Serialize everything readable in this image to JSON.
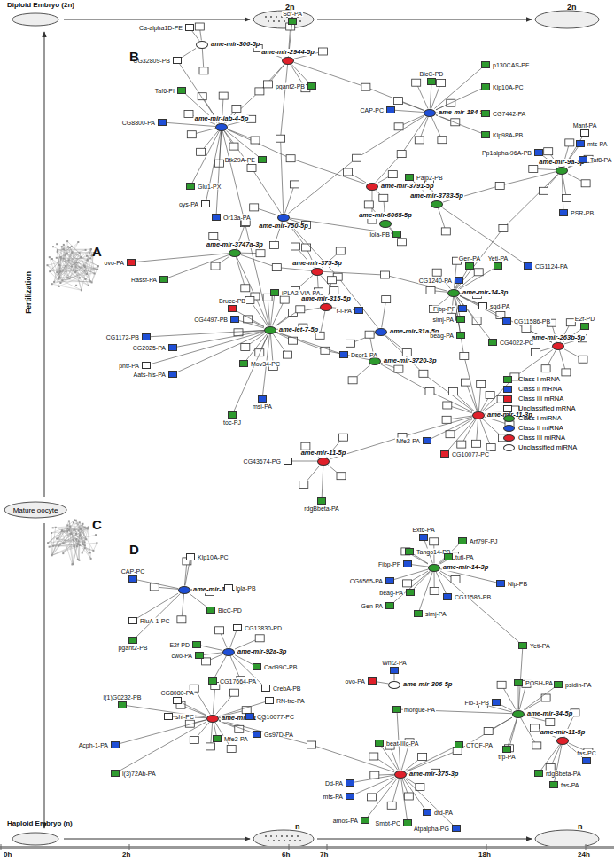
{
  "diagram": {
    "nodes": [
      {
        "text": [
          "Mature oocyte"
        ]
      },
      {
        "text": [
          "ame-mir-306-5p"
        ]
      },
      {
        "text": [
          "ame-mir-2944-5p"
        ]
      },
      {
        "text": [
          "ame-mir-184-5p"
        ]
      },
      {
        "text": [
          "ame-mir-iab-4-5p"
        ]
      },
      {
        "text": [
          "ame-mir-3791-5p"
        ]
      },
      {
        "text": [
          "ame-mir-3783-5p"
        ]
      },
      {
        "text": [
          "ame-mir-9a-3p"
        ]
      },
      {
        "text": [
          "ame-mir-750-5p"
        ]
      },
      {
        "text": [
          "ame-mir-6065-5p"
        ]
      },
      {
        "text": [
          "ame-mir-3747a-3p"
        ]
      },
      {
        "text": [
          "ame-mir-375-3p"
        ]
      },
      {
        "text": [
          "ame-mir-315-5p"
        ]
      },
      {
        "text": [
          "ame-mir-14-3p"
        ]
      },
      {
        "text": [
          "ame-mir-31a-5p"
        ]
      },
      {
        "text": [
          "ame-mir-263b-5p"
        ]
      },
      {
        "text": [
          "ame-let-7-5p"
        ]
      },
      {
        "text": [
          "ame-mir-3720-3p"
        ]
      },
      {
        "text": [
          "ame-mir-11-3p"
        ]
      },
      {
        "text": [
          "ame-mir-11-5p"
        ]
      },
      {
        "text": [
          "Ca-alpha1D-PE"
        ]
      },
      {
        "text": [
          "Scr-PA"
        ]
      },
      {
        "text": [
          "CG32809-PB"
        ]
      },
      {
        "text": [
          "BicC-PD"
        ]
      },
      {
        "text": [
          "p130CAS-PF"
        ]
      },
      {
        "text": [
          "Klp10A-PC"
        ]
      },
      {
        "text": [
          "pgant2-PB"
        ]
      },
      {
        "text": [
          "CAP-PC"
        ]
      },
      {
        "text": [
          "CG7442-PA"
        ]
      },
      {
        "text": [
          "Klp98A-PB"
        ]
      },
      {
        "text": [
          "Taf6-PI"
        ]
      },
      {
        "text": [
          "CG8800-PA"
        ]
      },
      {
        "text": [
          "Btk29A-PE"
        ]
      },
      {
        "text": [
          "Glu1-PX"
        ]
      },
      {
        "text": [
          "oys-PA"
        ]
      },
      {
        "text": [
          "Or13a-PA"
        ]
      },
      {
        "text": [
          "Paip2-PB"
        ]
      },
      {
        "text": [
          "Manf-PA"
        ]
      },
      {
        "text": [
          "Pp1alpha-96A-PB"
        ]
      },
      {
        "text": [
          "mts-PA"
        ]
      },
      {
        "text": [
          "Taf8-PA"
        ]
      },
      {
        "text": [
          "PSR-PB"
        ]
      },
      {
        "text": [
          "lola-PB"
        ]
      },
      {
        "text": [
          "ovo-PA"
        ]
      },
      {
        "text": [
          "Rassf-PA"
        ]
      },
      {
        "text": [
          "iPLA2-VIA-PA"
        ]
      },
      {
        "text": [
          "Bruce-PB"
        ]
      },
      {
        "text": [
          "CG4497-PB"
        ]
      },
      {
        "text": [
          "r-l-PA"
        ]
      },
      {
        "text": [
          "Gen-PA"
        ]
      },
      {
        "text": [
          "Yeti-PA"
        ]
      },
      {
        "text": [
          "CG1124-PA"
        ]
      },
      {
        "text": [
          "CG1240-PA"
        ]
      },
      {
        "text": [
          "Fibp-PF"
        ]
      },
      {
        "text": [
          "sqd-PA"
        ]
      },
      {
        "text": [
          "simj-PA"
        ]
      },
      {
        "text": [
          "CG11586-PB"
        ]
      },
      {
        "text": [
          "beag-PA"
        ]
      },
      {
        "text": [
          "CG4022-PC"
        ]
      },
      {
        "text": [
          "E2f-PD"
        ]
      },
      {
        "text": [
          "CG1172-PB"
        ]
      },
      {
        "text": [
          "CG2025-PA"
        ]
      },
      {
        "text": [
          "Dsor1-PA"
        ]
      },
      {
        "text": [
          "phtf-PA"
        ]
      },
      {
        "text": [
          "Aats-his-PA"
        ]
      },
      {
        "text": [
          "Mov34-PC"
        ]
      },
      {
        "text": [
          "toc-PJ"
        ]
      },
      {
        "text": [
          "msi-PA"
        ]
      },
      {
        "text": [
          "Mfe2-PA"
        ]
      },
      {
        "text": [
          "CG10077-PC"
        ]
      },
      {
        "text": [
          "CG43674-PG"
        ]
      },
      {
        "text": [
          "rdgBbeta-PA"
        ]
      },
      {
        "text": [
          "ame-mir-184-5p"
        ]
      },
      {
        "text": [
          "Klp10A-PC"
        ]
      },
      {
        "text": [
          "CAP-PC"
        ]
      },
      {
        "text": [
          "lola-PB"
        ]
      },
      {
        "text": [
          "BicC-PD"
        ]
      },
      {
        "text": [
          "RluA-1-PC"
        ]
      },
      {
        "text": [
          "pgant2-PB"
        ]
      },
      {
        "text": [
          "ame-mir-92a-3p"
        ]
      },
      {
        "text": [
          "CG13830-PD"
        ]
      },
      {
        "text": [
          "E2f-PD"
        ]
      },
      {
        "text": [
          "cwo-PA"
        ]
      },
      {
        "text": [
          "Cad99C-PB"
        ]
      },
      {
        "text": [
          "CG17664-PA"
        ]
      },
      {
        "text": [
          "CrebA-PB"
        ]
      },
      {
        "text": [
          "ame-mir-11-3p"
        ]
      },
      {
        "text": [
          "CG8080-PA"
        ]
      },
      {
        "text": [
          "l(1)G0232-PB"
        ]
      },
      {
        "text": [
          "shi-PC"
        ]
      },
      {
        "text": [
          "RN-tre-PA"
        ]
      },
      {
        "text": [
          "CG10077-PC"
        ]
      },
      {
        "text": [
          "Mfe2-PA"
        ]
      },
      {
        "text": [
          "Acph-1-PA"
        ]
      },
      {
        "text": [
          "Gs97D-PA"
        ]
      },
      {
        "text": [
          "l(3)72Ab-PA"
        ]
      },
      {
        "text": [
          "ame-mir-14-3p"
        ]
      },
      {
        "text": [
          "Ext6-PA"
        ]
      },
      {
        "text": [
          "Tango14-PB"
        ]
      },
      {
        "text": [
          "Fibp-PF"
        ]
      },
      {
        "text": [
          "tutl-PA"
        ]
      },
      {
        "text": [
          "Arf79F-PJ"
        ]
      },
      {
        "text": [
          "CG6565-PA"
        ]
      },
      {
        "text": [
          "beag-PA"
        ]
      },
      {
        "text": [
          "Gen-PA"
        ]
      },
      {
        "text": [
          "simj-PA"
        ]
      },
      {
        "text": [
          "CG11586-PB"
        ]
      },
      {
        "text": [
          "Nlp-PB"
        ]
      },
      {
        "text": [
          "Yeti-PA"
        ]
      },
      {
        "text": [
          "Wnt2-PA"
        ]
      },
      {
        "text": [
          "ovo-PA"
        ]
      },
      {
        "text": [
          "ame-mir-306-5p"
        ]
      },
      {
        "text": [
          "ame-mir-34-5p"
        ]
      },
      {
        "text": [
          "Flo-1-PB"
        ]
      },
      {
        "text": [
          "POSH-PA"
        ]
      },
      {
        "text": [
          "psidin-PA"
        ]
      },
      {
        "text": [
          "trp-PA"
        ]
      },
      {
        "text": [
          "ame-mir-11-5p"
        ]
      },
      {
        "text": [
          "fas-PC"
        ]
      },
      {
        "text": [
          "rdgBbeta-PA"
        ]
      },
      {
        "text": [
          "fas-PA"
        ]
      },
      {
        "text": [
          "ame-mir-375-3p"
        ]
      },
      {
        "text": [
          "morgue-PA"
        ]
      },
      {
        "text": [
          "beat-IIIc-PA"
        ]
      },
      {
        "text": [
          "CTCF-PA"
        ]
      },
      {
        "text": [
          "Dd-PA"
        ]
      },
      {
        "text": [
          "mts-PA"
        ]
      },
      {
        "text": [
          "amos-PA"
        ]
      },
      {
        "text": [
          "Smbt-PC"
        ]
      },
      {
        "text": [
          "dtd-PA"
        ]
      },
      {
        "text": [
          "Atpalpha-PG"
        ]
      }
    ],
    "edges": [
      {
        "from": 1,
        "to": 20,
        "arrow": "none"
      },
      {
        "from": 1,
        "to": 22,
        "arrow": "none"
      },
      {
        "from": 2,
        "to": 21,
        "arrow": "none"
      },
      {
        "from": 2,
        "to": 26,
        "arrow": "none"
      },
      {
        "from": 3,
        "to": 23,
        "arrow": "none"
      },
      {
        "from": 3,
        "to": 24,
        "arrow": "none"
      },
      {
        "from": 3,
        "to": 25,
        "arrow": "none"
      },
      {
        "from": 3,
        "to": 27,
        "arrow": "none"
      },
      {
        "from": 3,
        "to": 28,
        "arrow": "none"
      },
      {
        "from": 3,
        "to": 29,
        "arrow": "none"
      },
      {
        "from": 4,
        "to": 30,
        "arrow": "none"
      },
      {
        "from": 4,
        "to": 31,
        "arrow": "none"
      },
      {
        "from": 4,
        "to": 32,
        "arrow": "none"
      },
      {
        "from": 4,
        "to": 33,
        "arrow": "none"
      },
      {
        "from": 4,
        "to": 34,
        "arrow": "none"
      },
      {
        "from": 4,
        "to": 35,
        "arrow": "none"
      },
      {
        "from": 4,
        "to": 22,
        "arrow": "none"
      },
      {
        "from": 6,
        "to": 36,
        "arrow": "none"
      },
      {
        "from": 7,
        "to": 37,
        "arrow": "none"
      },
      {
        "from": 7,
        "to": 38,
        "arrow": "none"
      },
      {
        "from": 7,
        "to": 39,
        "arrow": "none"
      },
      {
        "from": 7,
        "to": 40,
        "arrow": "none"
      },
      {
        "from": 7,
        "to": 41,
        "arrow": "none"
      },
      {
        "from": 9,
        "to": 42,
        "arrow": "none"
      },
      {
        "from": 8,
        "to": 42,
        "arrow": "none"
      },
      {
        "from": 10,
        "to": 43,
        "arrow": "none"
      },
      {
        "from": 10,
        "to": 44,
        "arrow": "none"
      },
      {
        "from": 16,
        "to": 45,
        "arrow": "none"
      },
      {
        "from": 16,
        "to": 46,
        "arrow": "none"
      },
      {
        "from": 16,
        "to": 47,
        "arrow": "none"
      },
      {
        "from": 16,
        "to": 60,
        "arrow": "none"
      },
      {
        "from": 16,
        "to": 61,
        "arrow": "none"
      },
      {
        "from": 16,
        "to": 62,
        "arrow": "none"
      },
      {
        "from": 16,
        "to": 63,
        "arrow": "none"
      },
      {
        "from": 16,
        "to": 64,
        "arrow": "none"
      },
      {
        "from": 16,
        "to": 65,
        "arrow": "none"
      },
      {
        "from": 16,
        "to": 66,
        "arrow": "none"
      },
      {
        "from": 16,
        "to": 67,
        "arrow": "none"
      },
      {
        "from": 12,
        "to": 48,
        "arrow": "none"
      },
      {
        "from": 13,
        "to": 49,
        "arrow": "none"
      },
      {
        "from": 13,
        "to": 50,
        "arrow": "none"
      },
      {
        "from": 13,
        "to": 52,
        "arrow": "none"
      },
      {
        "from": 13,
        "to": 53,
        "arrow": "none"
      },
      {
        "from": 13,
        "to": 54,
        "arrow": "none"
      },
      {
        "from": 13,
        "to": 55,
        "arrow": "none"
      },
      {
        "from": 13,
        "to": 56,
        "arrow": "none"
      },
      {
        "from": 13,
        "to": 57,
        "arrow": "none"
      },
      {
        "from": 13,
        "to": 58,
        "arrow": "none"
      },
      {
        "from": 6,
        "to": 51,
        "arrow": "none"
      },
      {
        "from": 15,
        "to": 59,
        "arrow": "none"
      },
      {
        "from": 18,
        "to": 68,
        "arrow": "none"
      },
      {
        "from": 18,
        "to": 69,
        "arrow": "none"
      },
      {
        "from": 19,
        "to": 70,
        "arrow": "none"
      },
      {
        "from": 19,
        "to": 71,
        "arrow": "none"
      },
      {
        "from": 72,
        "to": 73,
        "arrow": "none"
      },
      {
        "from": 72,
        "to": 74,
        "arrow": "none"
      },
      {
        "from": 72,
        "to": 75,
        "arrow": "none"
      },
      {
        "from": 72,
        "to": 76,
        "arrow": "none"
      },
      {
        "from": 72,
        "to": 77,
        "arrow": "none"
      },
      {
        "from": 72,
        "to": 78,
        "arrow": "none"
      },
      {
        "from": 79,
        "to": 80,
        "arrow": "none"
      },
      {
        "from": 79,
        "to": 81,
        "arrow": "none"
      },
      {
        "from": 79,
        "to": 82,
        "arrow": "none"
      },
      {
        "from": 79,
        "to": 83,
        "arrow": "none"
      },
      {
        "from": 79,
        "to": 84,
        "arrow": "none"
      },
      {
        "from": 79,
        "to": 85,
        "arrow": "none"
      },
      {
        "from": 86,
        "to": 87,
        "arrow": "none"
      },
      {
        "from": 86,
        "to": 88,
        "arrow": "none"
      },
      {
        "from": 86,
        "to": 89,
        "arrow": "none"
      },
      {
        "from": 86,
        "to": 90,
        "arrow": "none"
      },
      {
        "from": 86,
        "to": 91,
        "arrow": "none"
      },
      {
        "from": 86,
        "to": 92,
        "arrow": "none"
      },
      {
        "from": 86,
        "to": 93,
        "arrow": "none"
      },
      {
        "from": 86,
        "to": 94,
        "arrow": "none"
      },
      {
        "from": 86,
        "to": 95,
        "arrow": "none"
      },
      {
        "from": 96,
        "to": 97,
        "arrow": "none"
      },
      {
        "from": 96,
        "to": 98,
        "arrow": "none"
      },
      {
        "from": 96,
        "to": 99,
        "arrow": "none"
      },
      {
        "from": 96,
        "to": 100,
        "arrow": "none"
      },
      {
        "from": 96,
        "to": 101,
        "arrow": "none"
      },
      {
        "from": 96,
        "to": 102,
        "arrow": "none"
      },
      {
        "from": 96,
        "to": 103,
        "arrow": "none"
      },
      {
        "from": 96,
        "to": 104,
        "arrow": "none"
      },
      {
        "from": 96,
        "to": 105,
        "arrow": "none"
      },
      {
        "from": 96,
        "to": 106,
        "arrow": "none"
      },
      {
        "from": 96,
        "to": 107,
        "arrow": "none"
      },
      {
        "from": 96,
        "to": 108,
        "arrow": "none"
      },
      {
        "from": 111,
        "to": 109,
        "arrow": "none"
      },
      {
        "from": 111,
        "to": 110,
        "arrow": "none"
      },
      {
        "from": 112,
        "to": 108,
        "arrow": "none"
      },
      {
        "from": 112,
        "to": 113,
        "arrow": "none"
      },
      {
        "from": 112,
        "to": 114,
        "arrow": "none"
      },
      {
        "from": 112,
        "to": 115,
        "arrow": "none"
      },
      {
        "from": 112,
        "to": 116,
        "arrow": "none"
      },
      {
        "from": 112,
        "to": 122,
        "arrow": "none"
      },
      {
        "from": 117,
        "to": 118,
        "arrow": "none"
      },
      {
        "from": 117,
        "to": 119,
        "arrow": "none"
      },
      {
        "from": 117,
        "to": 120,
        "arrow": "none"
      },
      {
        "from": 121,
        "to": 122,
        "arrow": "none"
      },
      {
        "from": 121,
        "to": 123,
        "arrow": "none"
      },
      {
        "from": 121,
        "to": 124,
        "arrow": "none"
      },
      {
        "from": 121,
        "to": 125,
        "arrow": "none"
      },
      {
        "from": 121,
        "to": 126,
        "arrow": "none"
      },
      {
        "from": 121,
        "to": 127,
        "arrow": "none"
      },
      {
        "from": 121,
        "to": 128,
        "arrow": "none"
      },
      {
        "from": 121,
        "to": 129,
        "arrow": "none"
      },
      {
        "from": 121,
        "to": 130,
        "arrow": "none"
      }
    ],
    "labels": [
      "Diploid Embryo (2n)",
      "2n",
      "2n",
      "Fertilization",
      "A",
      "B",
      "C",
      "D",
      "Haploid Embryo (n)",
      "n",
      "n",
      "0h",
      "2h",
      "6h",
      "7h",
      "18h",
      "24h"
    ],
    "legend": [
      {
        "text": "Class I mRNA",
        "color": "#2e9a2e"
      },
      {
        "text": "Class II mRNA",
        "color": "#1f4fd6"
      },
      {
        "text": "Class III mRNA",
        "color": "#e0202a"
      },
      {
        "text": "Unclassified mRNA",
        "color": "#ffffff"
      },
      {
        "text": "Class I miRNA",
        "color": "#2e9a2e"
      },
      {
        "text": "Class II miRNA",
        "color": "#1f4fd6"
      },
      {
        "text": "Class III miRNA",
        "color": "#e0202a"
      },
      {
        "text": "Unclassified miRNA",
        "color": "#ffffff"
      }
    ]
  }
}
